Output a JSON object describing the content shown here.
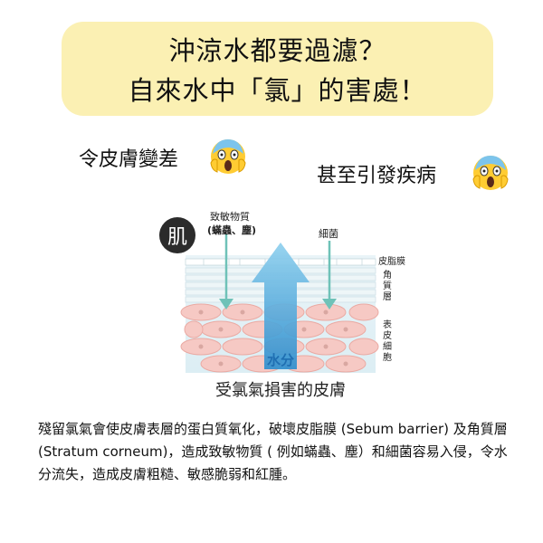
{
  "banner": {
    "line1": "沖涼水都要過濾？",
    "line2": "自來水中「氯」的害處！"
  },
  "captions": {
    "left": "令皮膚變差",
    "right": "甚至引發疾病"
  },
  "icons": {
    "left": "screaming-face-icon",
    "right": "screaming-face-icon"
  },
  "diagram": {
    "circle_label": "肌",
    "allergen_label_1": "致敏物質",
    "allergen_label_2": "(蟎蟲、塵)",
    "bacteria_label": "細菌",
    "sebum_label": "皮脂膜",
    "stratum_label": "角質層",
    "epidermis_label": "表皮細胞",
    "water_label": "水分",
    "title": "受氯氣損害的皮膚"
  },
  "body_text": "殘留氯氣會使皮膚表層的蛋白質氧化，破壞皮脂膜 (Sebum barrier) 及角質層 (Stratum corneum)，造成致敏物質 ( 例如蟎蟲、塵）和細菌容易入侵，令水分流失，造成皮膚粗糙、敏感脆弱和紅腫。",
  "colors": {
    "banner_bg": "#fbf0b3",
    "arrow_blue": "#4ea6d8",
    "arrow_teal": "#6fc2b8",
    "cell_pink": "#f6c9c4",
    "circle_bg": "#2b2b2b"
  }
}
